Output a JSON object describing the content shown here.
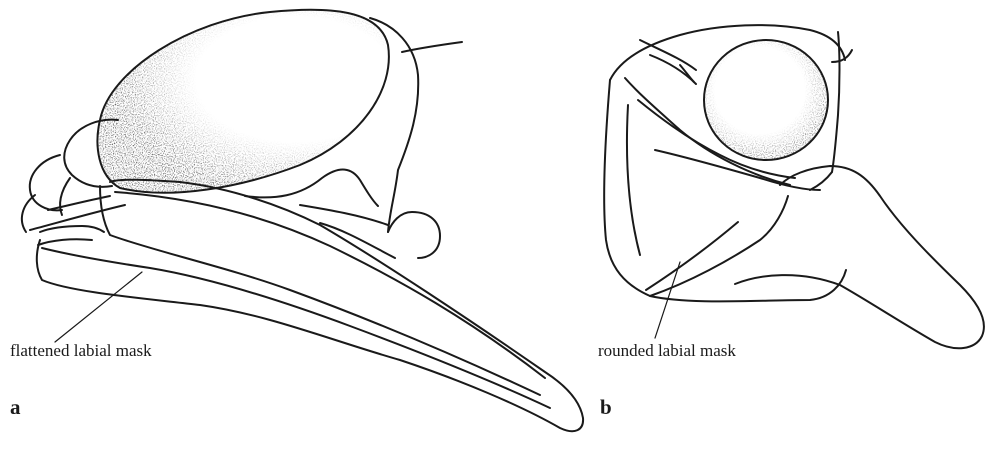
{
  "panels": [
    {
      "letter": "a",
      "annotation": "flattened labial mask"
    },
    {
      "letter": "b",
      "annotation": "rounded labial mask"
    }
  ],
  "colors": {
    "ink": "#1a1a1a",
    "background": "#ffffff"
  }
}
